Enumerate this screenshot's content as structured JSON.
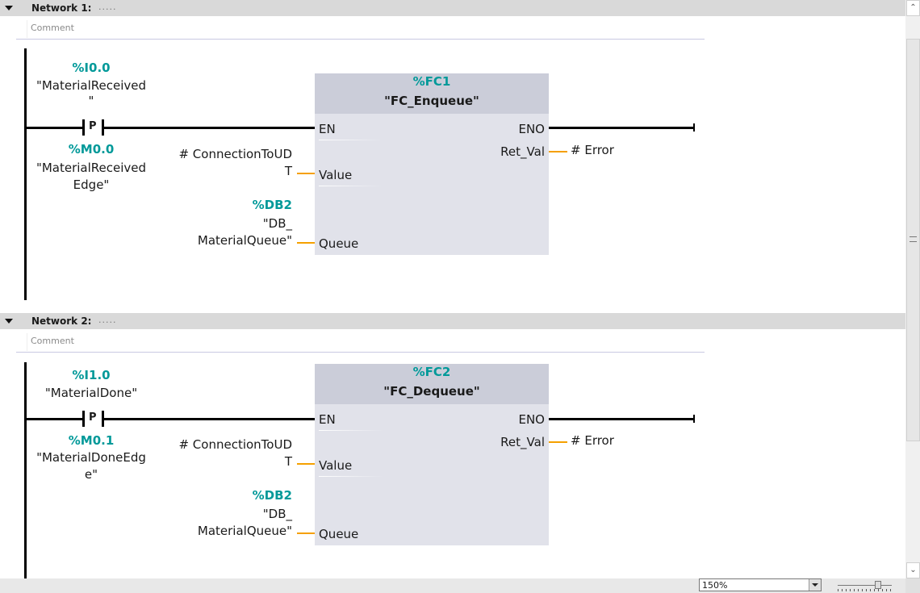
{
  "networks": [
    {
      "title": "Network 1:",
      "dots": ".....",
      "comment": "Comment",
      "contact": {
        "type": "P",
        "address": "%I0.0",
        "name_lines": [
          "\"MaterialReceived",
          "\""
        ],
        "edge_address": "%M0.0",
        "edge_name_lines": [
          "\"MaterialReceived",
          "Edge\""
        ]
      },
      "block": {
        "address": "%FC1",
        "name": "\"FC_Enqueue\"",
        "en": "EN",
        "eno": "ENO",
        "ret_val": "Ret_Val",
        "ret_val_operand": "# Error",
        "value_pin": "Value",
        "value_operand_lines": [
          "# ConnectionToUD",
          "T"
        ],
        "queue_pin": "Queue",
        "queue_address": "%DB2",
        "queue_operand_lines": [
          "\"DB_",
          "MaterialQueue\""
        ]
      }
    },
    {
      "title": "Network 2:",
      "dots": ".....",
      "comment": "Comment",
      "contact": {
        "type": "P",
        "address": "%I1.0",
        "name_lines": [
          "\"MaterialDone\""
        ],
        "edge_address": "%M0.1",
        "edge_name_lines": [
          "\"MaterialDoneEdg",
          "e\""
        ]
      },
      "block": {
        "address": "%FC2",
        "name": "\"FC_Dequeue\"",
        "en": "EN",
        "eno": "ENO",
        "ret_val": "Ret_Val",
        "ret_val_operand": "# Error",
        "value_pin": "Value",
        "value_operand_lines": [
          "# ConnectionToUD",
          "T"
        ],
        "queue_pin": "Queue",
        "queue_address": "%DB2",
        "queue_operand_lines": [
          "\"DB_",
          "MaterialQueue\""
        ]
      }
    }
  ],
  "statusbar": {
    "zoom_value": "150%",
    "zoom_slider_percent": 75
  },
  "colors": {
    "address": "#009999",
    "wire_param": "#f5a000",
    "block_header": "#cbcdd9",
    "block_body": "#e1e2ea"
  }
}
